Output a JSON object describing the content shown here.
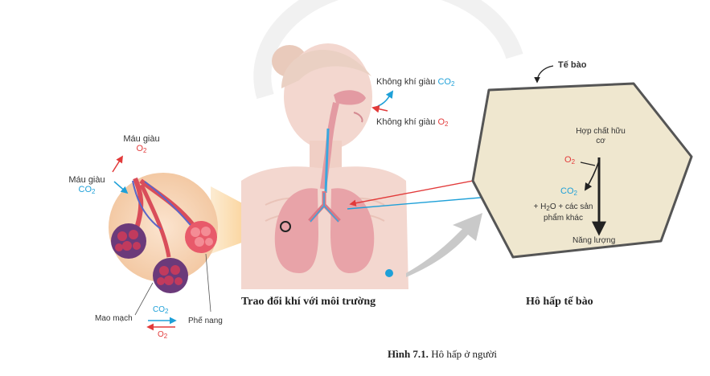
{
  "colors": {
    "co2_blue": "#1ea0d8",
    "o2_red": "#e23a3a",
    "cell_fill": "#efe7cf",
    "lung_pink": "#e8a3a8",
    "skin": "#f3d7cf"
  },
  "icons": [
    "alveoli-cluster",
    "lungs",
    "human-torso",
    "cell",
    "curved-arrow"
  ],
  "lung_detail": {
    "mau_giau_o2": {
      "prefix": "Máu giàu",
      "gas": "O",
      "sub": "2"
    },
    "mau_giau_co2": {
      "prefix": "Máu giàu",
      "gas": "CO",
      "sub": "2"
    },
    "mao_mach": "Mao mạch",
    "phe_nang": "Phế nang",
    "co2_exchange": {
      "gas": "CO",
      "sub": "2"
    },
    "o2_exchange": {
      "gas": "O",
      "sub": "2"
    }
  },
  "body": {
    "air_co2": {
      "prefix": "Không khí giàu",
      "gas": "CO",
      "sub": "2"
    },
    "air_o2": {
      "prefix": "Không khí giàu",
      "gas": "O",
      "sub": "2"
    },
    "section_title": "Trao đổi khí với môi trường"
  },
  "cell": {
    "label": "Tế bào",
    "organic": "Hợp chất hữu cơ",
    "o2": {
      "gas": "O",
      "sub": "2"
    },
    "co2": {
      "gas": "CO",
      "sub": "2"
    },
    "water": {
      "plus": "+ H",
      "sub": "2",
      "rest": "O + các sản phẩm khác"
    },
    "energy": "Năng lượng",
    "section_title": "Hô hấp tế bào"
  },
  "caption": {
    "number": "Hình 7.1.",
    "text": "Hô hấp ở người"
  }
}
